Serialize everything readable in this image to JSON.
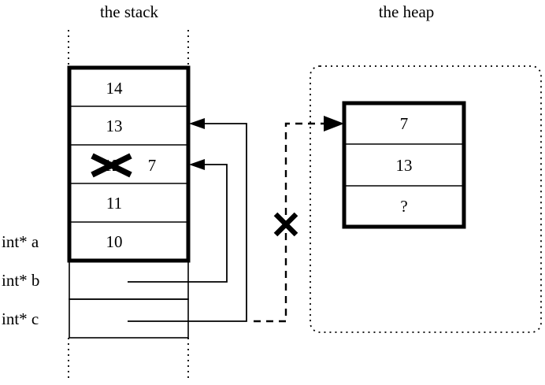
{
  "titles": {
    "stack": "the stack",
    "heap": "the heap"
  },
  "stack": {
    "frame_cells": [
      {
        "value": "14"
      },
      {
        "value": "13"
      },
      {
        "value": "12",
        "struck": true,
        "new_value": "7"
      },
      {
        "value": "11"
      },
      {
        "value": "10"
      }
    ],
    "variables": [
      {
        "label": "int* a",
        "points_to": "stack-frame"
      },
      {
        "label": "int* b",
        "points_to": "stack-cell-12"
      },
      {
        "label": "int* c",
        "points_to": "stack-cell-13-and-heap"
      }
    ]
  },
  "heap": {
    "cells": [
      {
        "value": "7"
      },
      {
        "value": "13"
      },
      {
        "value": "?"
      }
    ]
  },
  "annotations": {
    "crossed_out_pointer": "X",
    "crossed_out_value": "X"
  },
  "colors": {
    "ink": "#000000",
    "background": "#ffffff"
  }
}
